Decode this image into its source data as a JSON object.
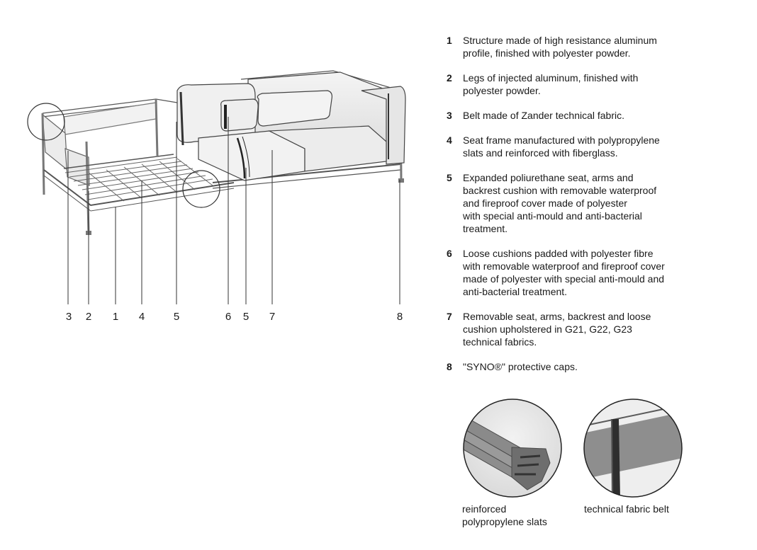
{
  "callouts": [
    {
      "label": "3"
    },
    {
      "label": "2"
    },
    {
      "label": "1"
    },
    {
      "label": "4"
    },
    {
      "label": "5"
    },
    {
      "label": "6"
    },
    {
      "label": "5"
    },
    {
      "label": "7"
    },
    {
      "label": "8"
    }
  ],
  "specs": [
    {
      "num": "1",
      "text": "Structure made of high resistance aluminum\nprofile, finished with polyester powder."
    },
    {
      "num": "2",
      "text": "Legs of injected aluminum, finished with\npolyester powder."
    },
    {
      "num": "3",
      "text": "Belt made of Zander technical fabric."
    },
    {
      "num": "4",
      "text": "Seat frame manufactured with polypropylene\nslats and reinforced with fiberglass."
    },
    {
      "num": "5",
      "text": "Expanded poliurethane seat, arms and\nbackrest cushion with removable waterproof\nand fireproof cover made of polyester\nwith special anti-mould and anti-bacterial\ntreatment."
    },
    {
      "num": "6",
      "text": "Loose cushions padded with polyester fibre\nwith removable waterproof and fireproof cover\nmade of polyester with special anti-mould and\nanti-bacterial treatment."
    },
    {
      "num": "7",
      "text": "Removable seat, arms, backrest and loose\ncushion upholstered in G21, G22, G23\ntechnical fabrics."
    },
    {
      "num": "8",
      "text": "\"SYNO®\" protective caps."
    }
  ],
  "details": [
    {
      "caption": "reinforced\npolypropylene slats"
    },
    {
      "caption": "technical fabric belt"
    }
  ]
}
